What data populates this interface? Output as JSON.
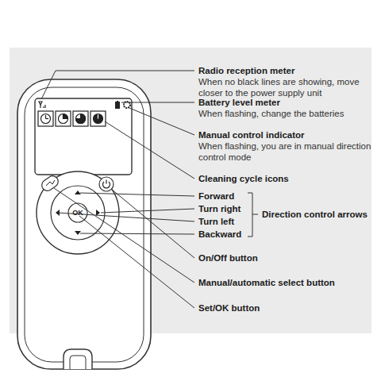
{
  "diagram": {
    "labels": [
      "Radio reception meter",
      "When no black lines are showing, move closer to the power supply unit",
      "Battery level meter",
      "When flashing, change the batteries",
      "Manual control indicator",
      "When flashing, you are in manual direction control mode",
      "Cleaning cycle icons",
      "Forward",
      "Turn right",
      "Turn left",
      "Backward",
      "Direction control arrows",
      "On/Off button",
      "Manual/automatic select button",
      "Set/OK button",
      "OK"
    ]
  }
}
